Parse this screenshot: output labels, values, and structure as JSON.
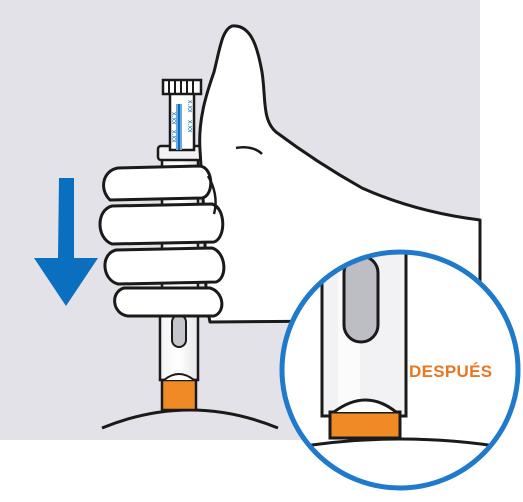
{
  "illustration": {
    "callout_label": "DESPUÉS",
    "scale_marks": [
      "x.xx",
      "x.xx",
      "x.xx",
      "x.xx"
    ]
  },
  "colors": {
    "background_panel": "#E2E2E8",
    "arrow": "#0B6FBF",
    "callout_ring": "#1F7ACB",
    "label": "#E87722",
    "plunger_tip": "#F08A24",
    "outline": "#1A1A1A",
    "window_gray": "#BDBDC4"
  },
  "icons": {
    "direction_arrow": "down-arrow-icon",
    "hand": "thumbs-up-hand-icon",
    "injector": "pen-injector-icon"
  }
}
